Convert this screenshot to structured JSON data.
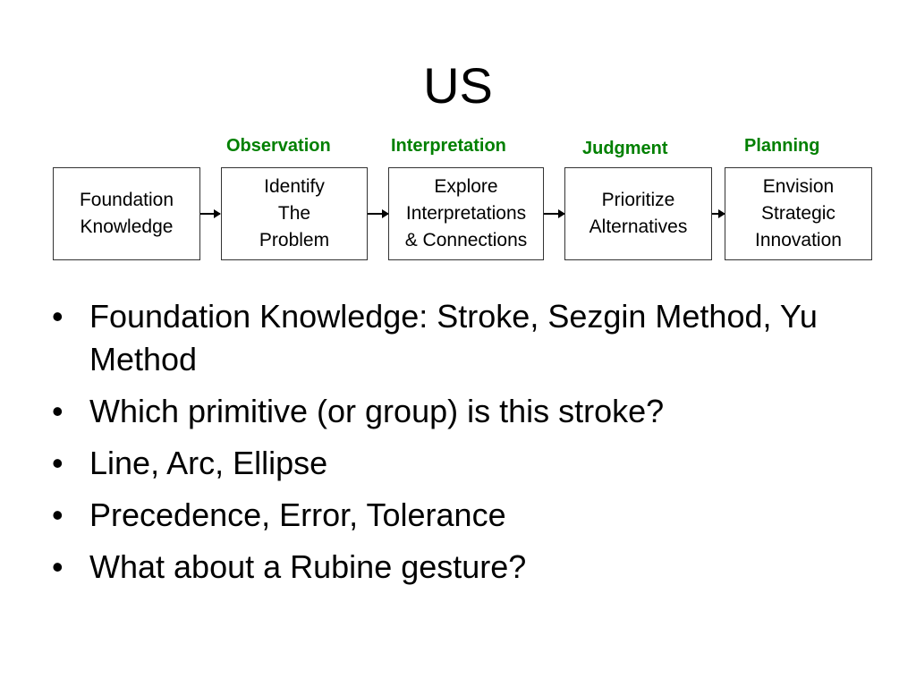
{
  "title": "US",
  "stages": [
    {
      "label": "Observation",
      "lines": [
        "Identify",
        "The",
        "Problem"
      ]
    },
    {
      "label": "Interpretation",
      "lines": [
        "Explore",
        "Interpretations",
        "& Connections"
      ]
    },
    {
      "label": "Judgment",
      "lines": [
        "Prioritize",
        "Alternatives"
      ]
    },
    {
      "label": "Planning",
      "lines": [
        "Envision",
        "Strategic",
        "Innovation"
      ]
    }
  ],
  "foundation": {
    "lines": [
      "Foundation",
      "Knowledge"
    ]
  },
  "bullet_glyph": "•",
  "bullets": [
    "Foundation Knowledge: Stroke, Sezgin Method, Yu Method",
    "Which primitive (or group) is this stroke?",
    "Line, Arc, Ellipse",
    "Precedence, Error, Tolerance",
    "What about a Rubine gesture?"
  ],
  "colors": {
    "stage_label": "#008000",
    "box_border": "#333333"
  }
}
